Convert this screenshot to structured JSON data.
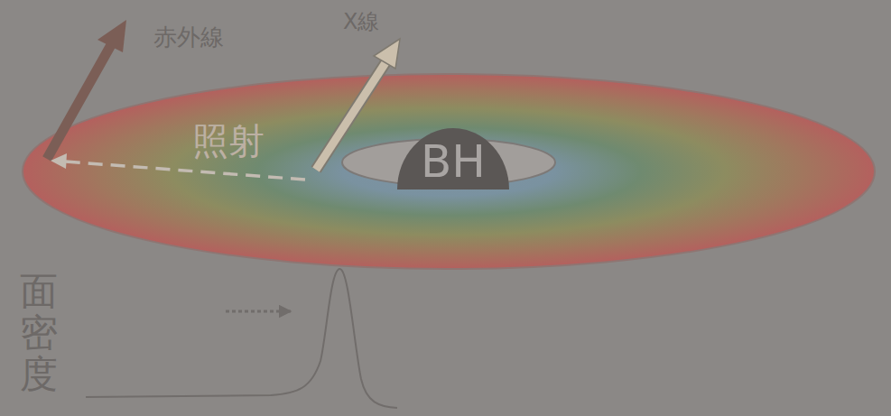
{
  "diagram": {
    "nodes": [
      {
        "text": [
          "BH"
        ]
      }
    ],
    "labels": [
      "赤外線",
      "X線",
      "照射",
      "面密度"
    ]
  }
}
